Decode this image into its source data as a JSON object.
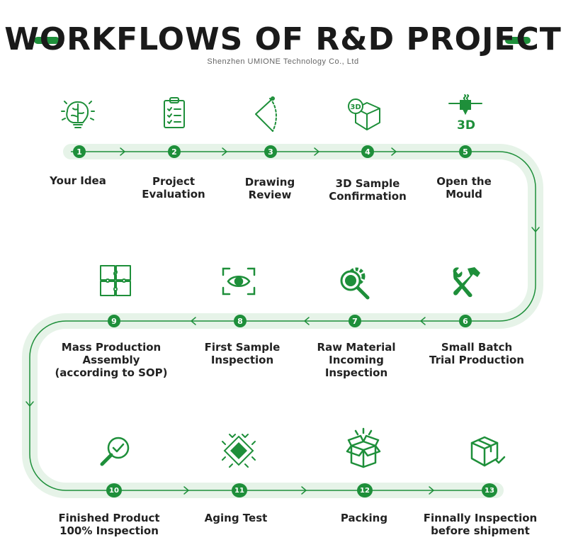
{
  "header": {
    "title": "WORKFLOWS OF R&D PROJECT",
    "subtitle": "Shenzhen UMIONE Technology Co., Ltd"
  },
  "colors": {
    "accent": "#1e8f3a",
    "track": "#e6f3e8"
  },
  "steps": [
    {
      "number": "1",
      "lines": [
        "Your Idea"
      ],
      "icon": "brain-lightbulb-icon"
    },
    {
      "number": "2",
      "lines": [
        "Project",
        "Evaluation"
      ],
      "icon": "clipboard-checklist-icon"
    },
    {
      "number": "3",
      "lines": [
        "Drawing",
        "Review"
      ],
      "icon": "compass-drawing-icon"
    },
    {
      "number": "4",
      "lines": [
        "3D Sample",
        "Confirmation"
      ],
      "icon": "3d-cube-icon"
    },
    {
      "number": "5",
      "lines": [
        "Open the",
        "Mould"
      ],
      "icon": "3d-printer-icon"
    },
    {
      "number": "6",
      "lines": [
        "Small Batch",
        "Trial Production"
      ],
      "icon": "wrench-hammer-icon"
    },
    {
      "number": "7",
      "lines": [
        "Raw Material",
        "Incoming",
        "Inspection"
      ],
      "icon": "gear-magnifier-icon"
    },
    {
      "number": "8",
      "lines": [
        "First Sample",
        "Inspection"
      ],
      "icon": "eye-scan-icon"
    },
    {
      "number": "9",
      "lines": [
        "Mass Production",
        "Assembly",
        "(according to SOP)"
      ],
      "icon": "puzzle-icon"
    },
    {
      "number": "10",
      "lines": [
        "Finished Product",
        "100% Inspection"
      ],
      "icon": "magnifier-check-icon"
    },
    {
      "number": "11",
      "lines": [
        "Aging Test"
      ],
      "icon": "chip-icon"
    },
    {
      "number": "12",
      "lines": [
        "Packing"
      ],
      "icon": "open-box-icon"
    },
    {
      "number": "13",
      "lines": [
        "Finnally Inspection",
        "before shipment"
      ],
      "icon": "box-check-icon"
    }
  ]
}
